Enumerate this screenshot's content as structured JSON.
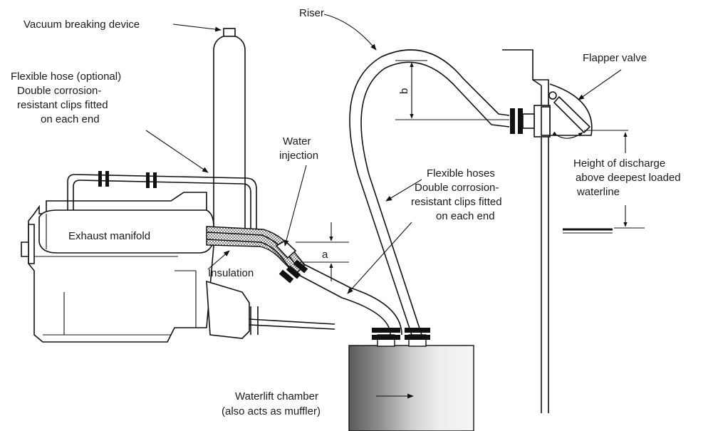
{
  "labels": {
    "vacuum": "Vacuum breaking device",
    "riser": "Riser",
    "flapper": "Flapper valve",
    "flexible_hose_1": "Flexible hose (optional)",
    "flexible_hose_2": "Double corrosion-",
    "flexible_hose_3": "resistant clips fitted",
    "flexible_hose_4": "on each end",
    "water_1": "Water",
    "water_2": "injection",
    "hoses_1": "Flexible hoses",
    "hoses_2": "Double corrosion-",
    "hoses_3": "resistant clips fitted",
    "hoses_4": "on each end",
    "height_1": "Height of discharge",
    "height_2": "above deepest loaded",
    "height_3": "waterline",
    "manifold": "Exhaust manifold",
    "insulation": "Insulation",
    "dim_a": "a",
    "dim_b": "b",
    "chamber_1": "Waterlift chamber",
    "chamber_2": "(also acts as muffler)"
  },
  "colors": {
    "line": "#111111",
    "chamber_dark": "#6e6e6e",
    "chamber_light": "#f2f2f2"
  }
}
